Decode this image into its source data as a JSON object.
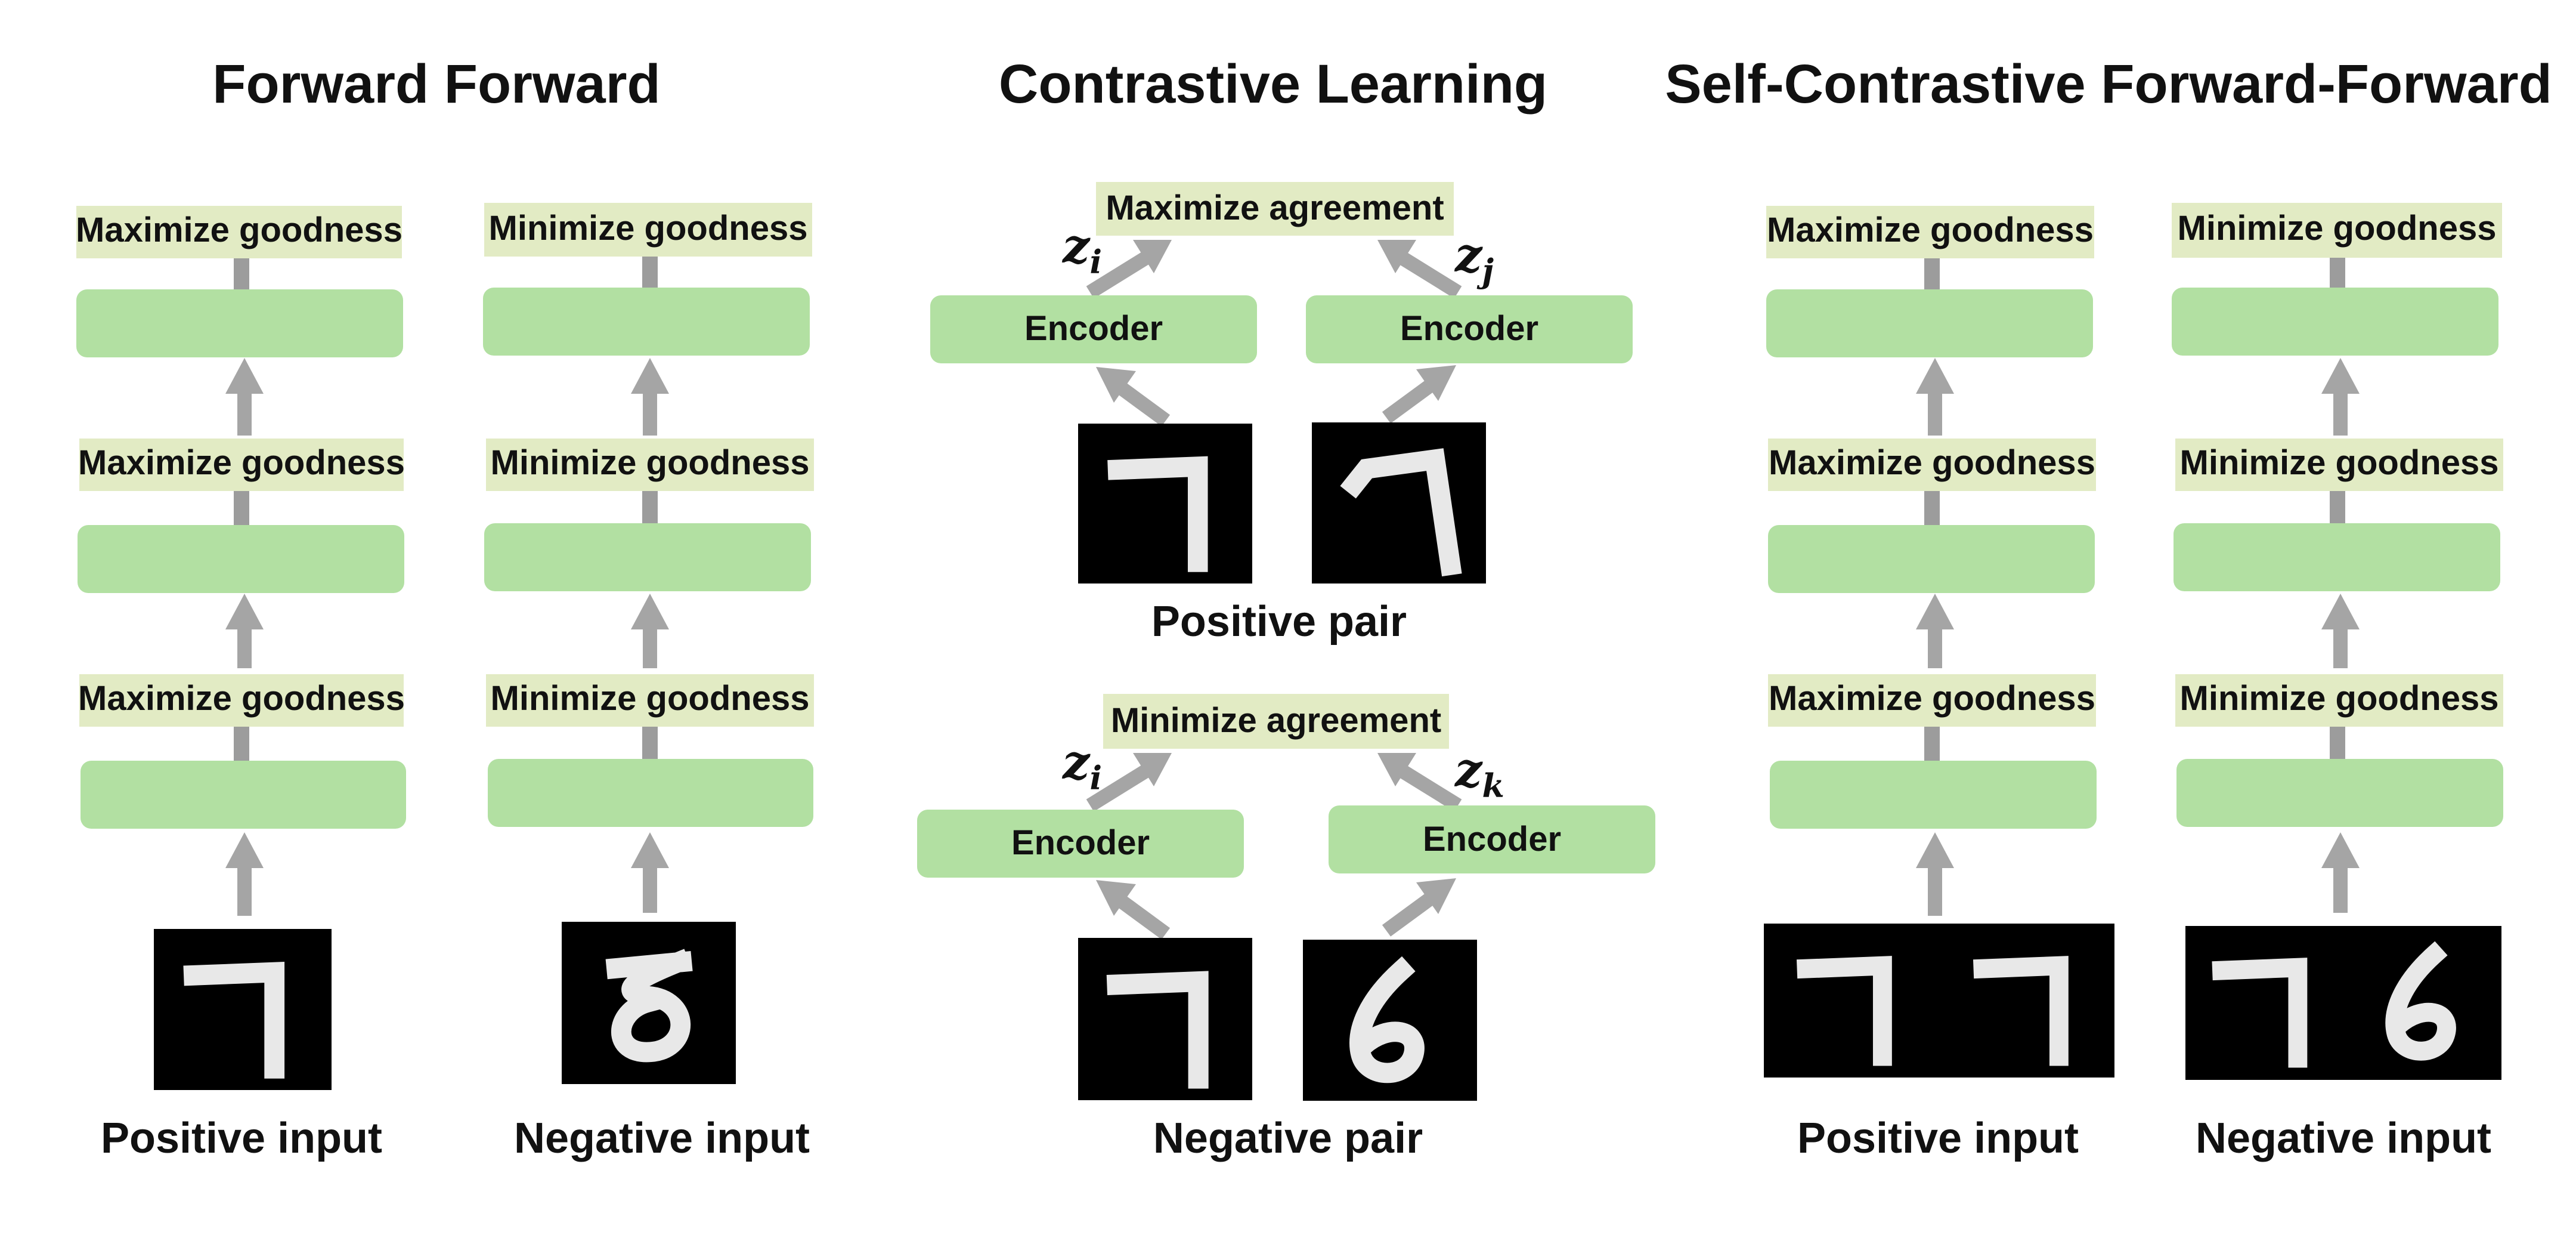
{
  "titles": {
    "forward_forward": "Forward Forward",
    "contrastive_learning": "Contrastive Learning",
    "self_contrastive": "Self-Contrastive Forward-Forward"
  },
  "forward_forward": {
    "positive": {
      "layers": [
        "Maximize goodness",
        "Maximize goodness",
        "Maximize goodness"
      ],
      "caption": "Positive input",
      "digits": [
        "7"
      ]
    },
    "negative": {
      "layers": [
        "Minimize goodness",
        "Minimize goodness",
        "Minimize goodness"
      ],
      "caption": "Negative input",
      "digits": [
        "8"
      ]
    }
  },
  "contrastive_learning": {
    "positive_pair": {
      "objective": "Maximize agreement",
      "encoder_left": "Encoder",
      "encoder_right": "Encoder",
      "z_left": {
        "base": "z",
        "sub": "i"
      },
      "z_right": {
        "base": "z",
        "sub": "j"
      },
      "caption": "Positive pair",
      "digits": [
        "7",
        "7"
      ]
    },
    "negative_pair": {
      "objective": "Minimize agreement",
      "encoder_left": "Encoder",
      "encoder_right": "Encoder",
      "z_left": {
        "base": "z",
        "sub": "i"
      },
      "z_right": {
        "base": "z",
        "sub": "k"
      },
      "caption": "Negative pair",
      "digits": [
        "7",
        "6"
      ]
    }
  },
  "self_contrastive": {
    "positive": {
      "layers": [
        "Maximize goodness",
        "Maximize goodness",
        "Maximize goodness"
      ],
      "caption": "Positive input",
      "digits": [
        "7",
        "7"
      ]
    },
    "negative": {
      "layers": [
        "Minimize goodness",
        "Minimize goodness",
        "Minimize goodness"
      ],
      "caption": "Negative input",
      "digits": [
        "7",
        "6"
      ]
    }
  },
  "colors": {
    "label_box": "#e2ebc4",
    "layer_box": "#b2e0a2",
    "arrow": "#a5a5a5",
    "image_bg": "#000000",
    "digit": "#e8e8e8"
  }
}
